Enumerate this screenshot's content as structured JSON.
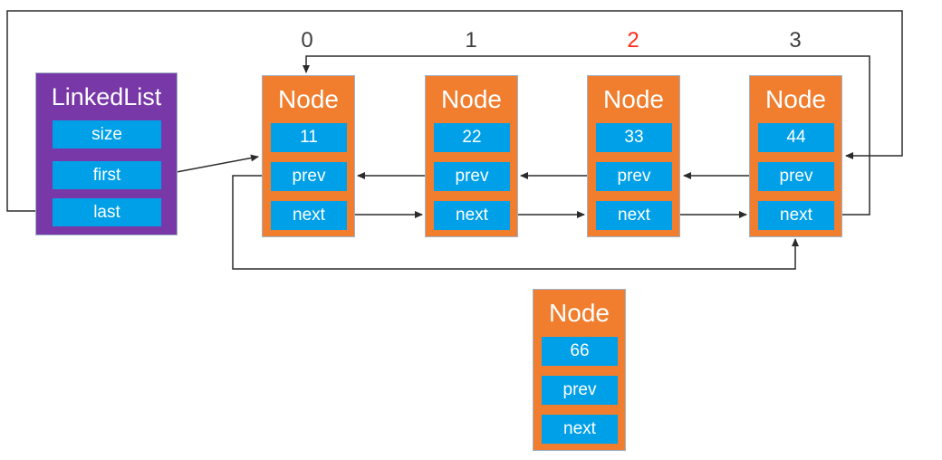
{
  "diagram": {
    "title_hint": "Doubly linked list structure diagram",
    "linkedlist": {
      "title": "LinkedList",
      "fields": {
        "size": "size",
        "first": "first",
        "last": "last"
      }
    },
    "nodes": [
      {
        "title": "Node",
        "value": "11",
        "prev_label": "prev",
        "next_label": "next"
      },
      {
        "title": "Node",
        "value": "22",
        "prev_label": "prev",
        "next_label": "next"
      },
      {
        "title": "Node",
        "value": "33",
        "prev_label": "prev",
        "next_label": "next"
      },
      {
        "title": "Node",
        "value": "44",
        "prev_label": "prev",
        "next_label": "next"
      }
    ],
    "detached_node": {
      "title": "Node",
      "value": "66",
      "prev_label": "prev",
      "next_label": "next"
    },
    "index_labels": [
      {
        "text": "0",
        "highlighted": false
      },
      {
        "text": "1",
        "highlighted": false
      },
      {
        "text": "2",
        "highlighted": true
      },
      {
        "text": "3",
        "highlighted": false
      }
    ],
    "edges": [
      {
        "from": "linkedlist.first",
        "to": "node-0"
      },
      {
        "from": "linkedlist.last",
        "to": "node-3"
      },
      {
        "from": "node-0.next",
        "to": "node-1"
      },
      {
        "from": "node-1.next",
        "to": "node-2"
      },
      {
        "from": "node-2.next",
        "to": "node-3"
      },
      {
        "from": "node-3.next",
        "to": "node-0"
      },
      {
        "from": "node-1.prev",
        "to": "node-0"
      },
      {
        "from": "node-2.prev",
        "to": "node-1"
      },
      {
        "from": "node-3.prev",
        "to": "node-2"
      },
      {
        "from": "node-0.prev",
        "to": "node-3"
      }
    ],
    "colors": {
      "linkedlist_box": "#7838A8",
      "node_box": "#F07E2E",
      "field": "#00A0E8",
      "connector": "#2B2B2B",
      "index_label": "#3F3F3F",
      "index_highlight": "#FF2A1A",
      "text": "#FFFFFF"
    }
  }
}
